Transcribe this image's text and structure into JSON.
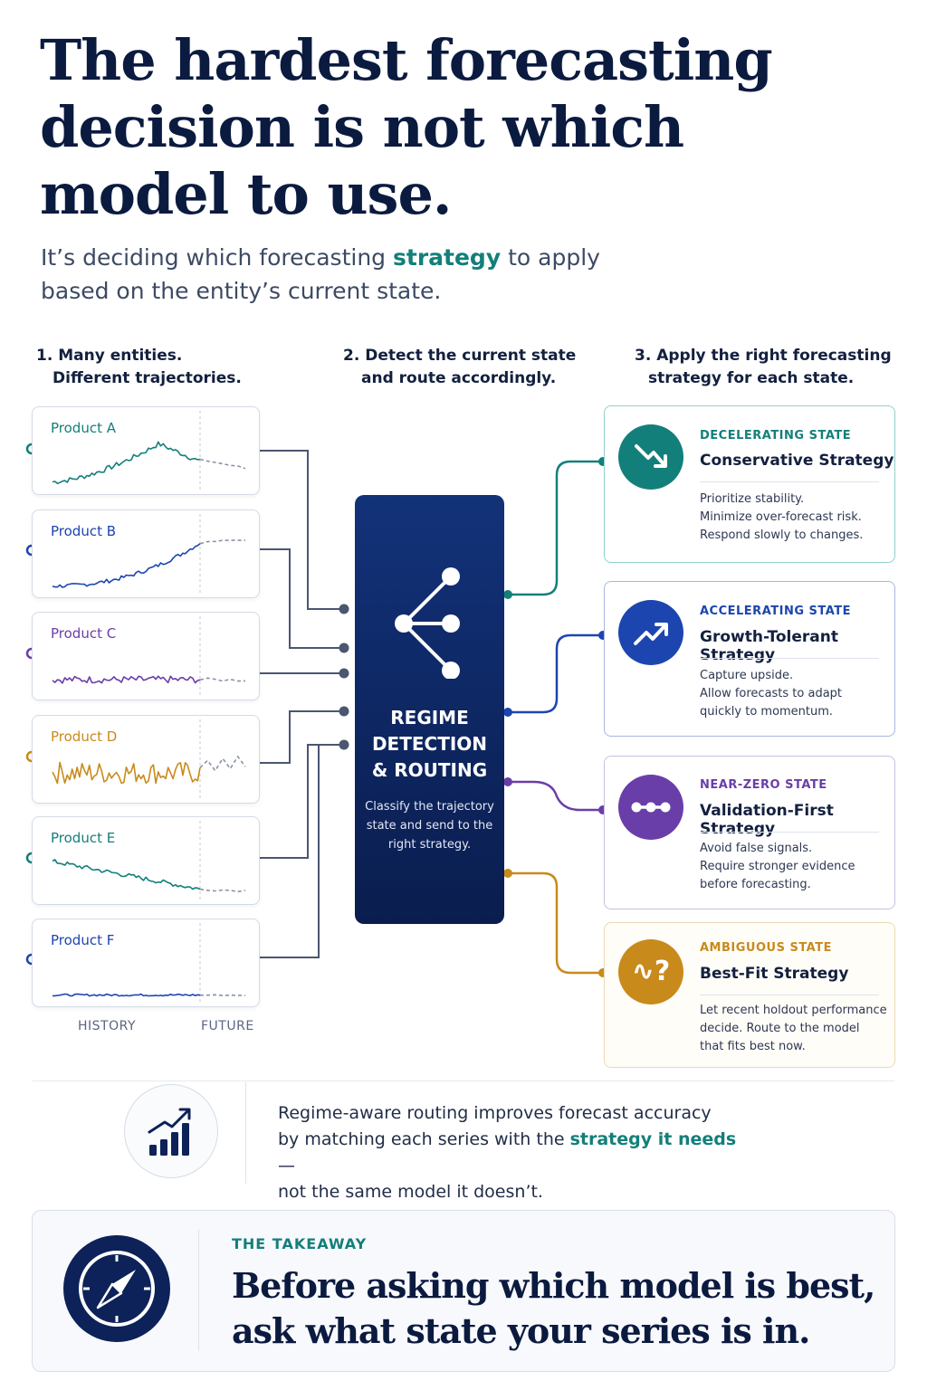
{
  "header": {
    "title": "The hardest forecasting decision is not which model to use.",
    "subtitle_before": "It’s deciding which forecasting ",
    "subtitle_highlight": "strategy",
    "subtitle_after": " to apply based on the entity’s current state."
  },
  "steps": [
    {
      "line1": "1. Many entities.",
      "line2": "Different trajectories."
    },
    {
      "line1": "2. Detect the current state",
      "line2": "and route accordingly."
    },
    {
      "line1": "3. Apply the right forecasting",
      "line2": "strategy for each state."
    }
  ],
  "products": [
    {
      "label": "Product A",
      "color": "#137f7a",
      "pattern": "peak-decline"
    },
    {
      "label": "Product B",
      "color": "#1d45b0",
      "pattern": "accelerating"
    },
    {
      "label": "Product C",
      "color": "#6a3ea8",
      "pattern": "flat-noisy"
    },
    {
      "label": "Product D",
      "color": "#c98a1c",
      "pattern": "volatile"
    },
    {
      "label": "Product E",
      "color": "#137f7a",
      "pattern": "declining"
    },
    {
      "label": "Product F",
      "color": "#1d45b0",
      "pattern": "near-zero"
    }
  ],
  "axis": {
    "history": "HISTORY",
    "future": "FUTURE"
  },
  "router": {
    "title_line1": "REGIME",
    "title_line2": "DETECTION",
    "title_line3": "& ROUTING",
    "description": "Classify the trajectory state and send to the right strategy.",
    "icon": "network-branch-icon"
  },
  "strategies": [
    {
      "kicker": "DECELERATING STATE",
      "name": "Conservative Strategy",
      "lines": [
        "Prioritize stability.",
        "Minimize over-forecast risk.",
        "Respond slowly to changes."
      ],
      "color": "#137f7a",
      "icon": "trend-down-icon"
    },
    {
      "kicker": "ACCELERATING STATE",
      "name": "Growth-Tolerant Strategy",
      "lines": [
        "Capture upside.",
        "Allow forecasts to adapt",
        "quickly to momentum."
      ],
      "color": "#1d45b0",
      "icon": "trend-up-icon"
    },
    {
      "kicker": "NEAR-ZERO STATE",
      "name": "Validation-First Strategy",
      "lines": [
        "Avoid false signals.",
        "Require stronger evidence",
        "before forecasting."
      ],
      "color": "#6a3ea8",
      "icon": "dots-line-icon"
    },
    {
      "kicker": "AMBIGUOUS STATE",
      "name": "Best-Fit Strategy",
      "lines": [
        "Let recent holdout performance",
        "decide. Route to the model",
        "that fits best now."
      ],
      "color": "#c98a1c",
      "icon": "wave-question-icon",
      "glyph": "∿?"
    }
  ],
  "note": {
    "line1": "Regime-aware routing improves forecast accuracy",
    "line2_before": "by matching each series with the ",
    "line2_highlight": "strategy it needs",
    "line2_after": "—",
    "line3": "not the same model it doesn’t.",
    "icon": "bar-chart-growth-icon"
  },
  "takeaway": {
    "kicker": "THE TAKEAWAY",
    "line1": "Before asking which model is best,",
    "line2": "ask what state your series is in.",
    "icon": "compass-icon"
  }
}
